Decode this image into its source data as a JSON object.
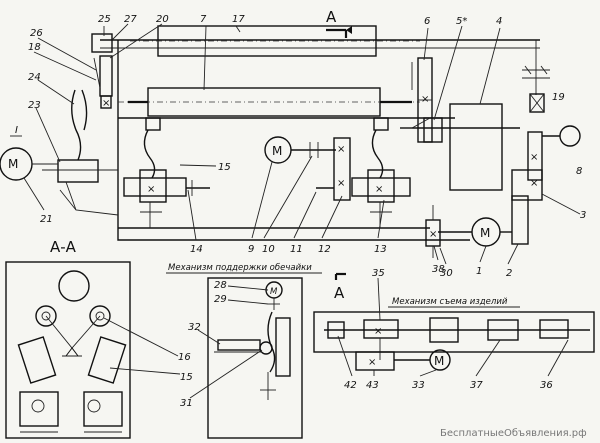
{
  "callouts": {
    "n1": "1",
    "n2": "2",
    "n3": "3",
    "n4": "4",
    "n5": "5*",
    "n6": "6",
    "n7": "7",
    "n8": "8",
    "n9": "9",
    "n10": "10",
    "n11": "11",
    "n12": "12",
    "n13": "13",
    "n14": "14",
    "n15": "15",
    "n15b": "15",
    "n16": "16",
    "n17": "17",
    "n18": "18",
    "n19": "19",
    "n20": "20",
    "n21": "21",
    "n23": "23",
    "n24": "24",
    "n25": "25",
    "n26": "26",
    "n27": "27",
    "n28": "28",
    "n29": "29",
    "n30": "30",
    "n31": "31",
    "n32": "32",
    "n33": "33",
    "n35": "35",
    "n36": "36",
    "n37": "37",
    "n38": "38",
    "n42": "42",
    "n43": "43"
  },
  "section": {
    "aa_heading": "А-А",
    "a_mark_top": "А",
    "a_mark_bottom": "А",
    "roman_one": "I"
  },
  "motors": {
    "symbol": "М",
    "left_symbol": "М"
  },
  "captions": {
    "support_mechanism": "Механизм поддержки обечайки",
    "welding_mechanism": "Механизм съема изделий"
  },
  "watermark": "БесплатныеОбъявления.рф"
}
